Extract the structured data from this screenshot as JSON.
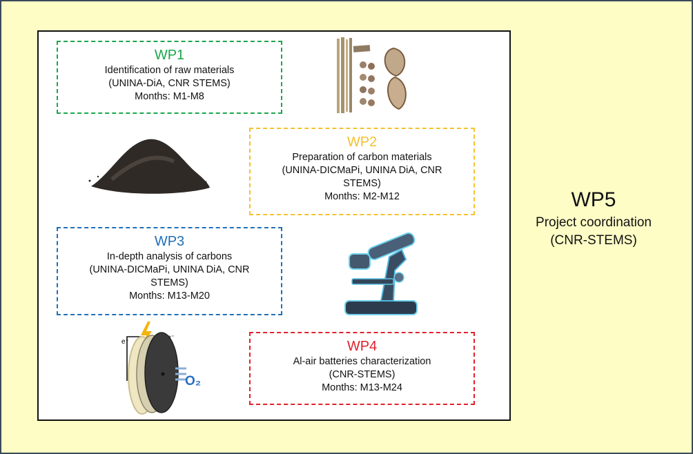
{
  "workpackages": {
    "wp1": {
      "title": "WP1",
      "line1": "Identification of raw materials",
      "line2": "(UNINA-DiA, CNR STEMS)",
      "line3": "Months: M1-M8"
    },
    "wp2": {
      "title": "WP2",
      "line1": "Preparation of carbon materials",
      "line2": "(UNINA-DICMaPi, UNINA DiA, CNR",
      "line3": "STEMS)",
      "line4": "Months: M2-M12"
    },
    "wp3": {
      "title": "WP3",
      "line1": "In-depth analysis of carbons",
      "line2": "(UNINA-DICMaPi, UNINA DiA, CNR",
      "line3": "STEMS)",
      "line4": "Months: M13-M20"
    },
    "wp4": {
      "title": "WP4",
      "line1": "Al-air batteries characterization",
      "line2": "(CNR-STEMS)",
      "line3": "Months: M13-M24"
    },
    "wp5": {
      "title": "WP5",
      "line1": "Project coordination",
      "line2": "(CNR-STEMS)"
    }
  },
  "battery_labels": {
    "electron_left": "e⁻",
    "electron_right": "e⁻",
    "oxygen": "O₂"
  },
  "colors": {
    "background": "#fefdc6",
    "wp1": "#1aa64a",
    "wp2": "#f5c12c",
    "wp3": "#1f6fb8",
    "wp4": "#e0202a"
  },
  "images": [
    "raw-materials-image",
    "carbon-powder-image",
    "microscope-image",
    "al-air-battery-image"
  ]
}
